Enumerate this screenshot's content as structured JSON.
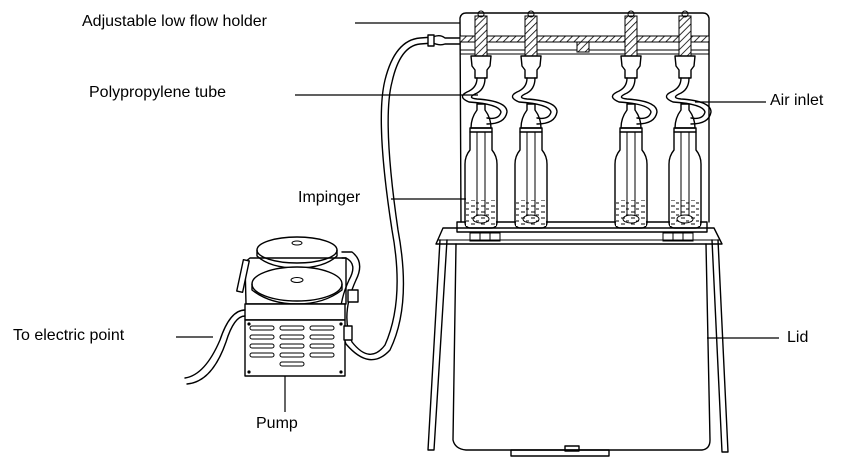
{
  "figure": {
    "type": "apparatus-diagram",
    "subject": "Impinger air sampling setup",
    "ink_color": "#000000",
    "background_color": "#ffffff",
    "impinger_count": 4
  },
  "labels": {
    "adjustable_holder": "Adjustable low flow holder",
    "tube": "Polypropylene tube",
    "air_inlet": "Air inlet",
    "impinger": "Impinger",
    "electric_point": "To electric point",
    "lid": "Lid",
    "pump": "Pump"
  }
}
